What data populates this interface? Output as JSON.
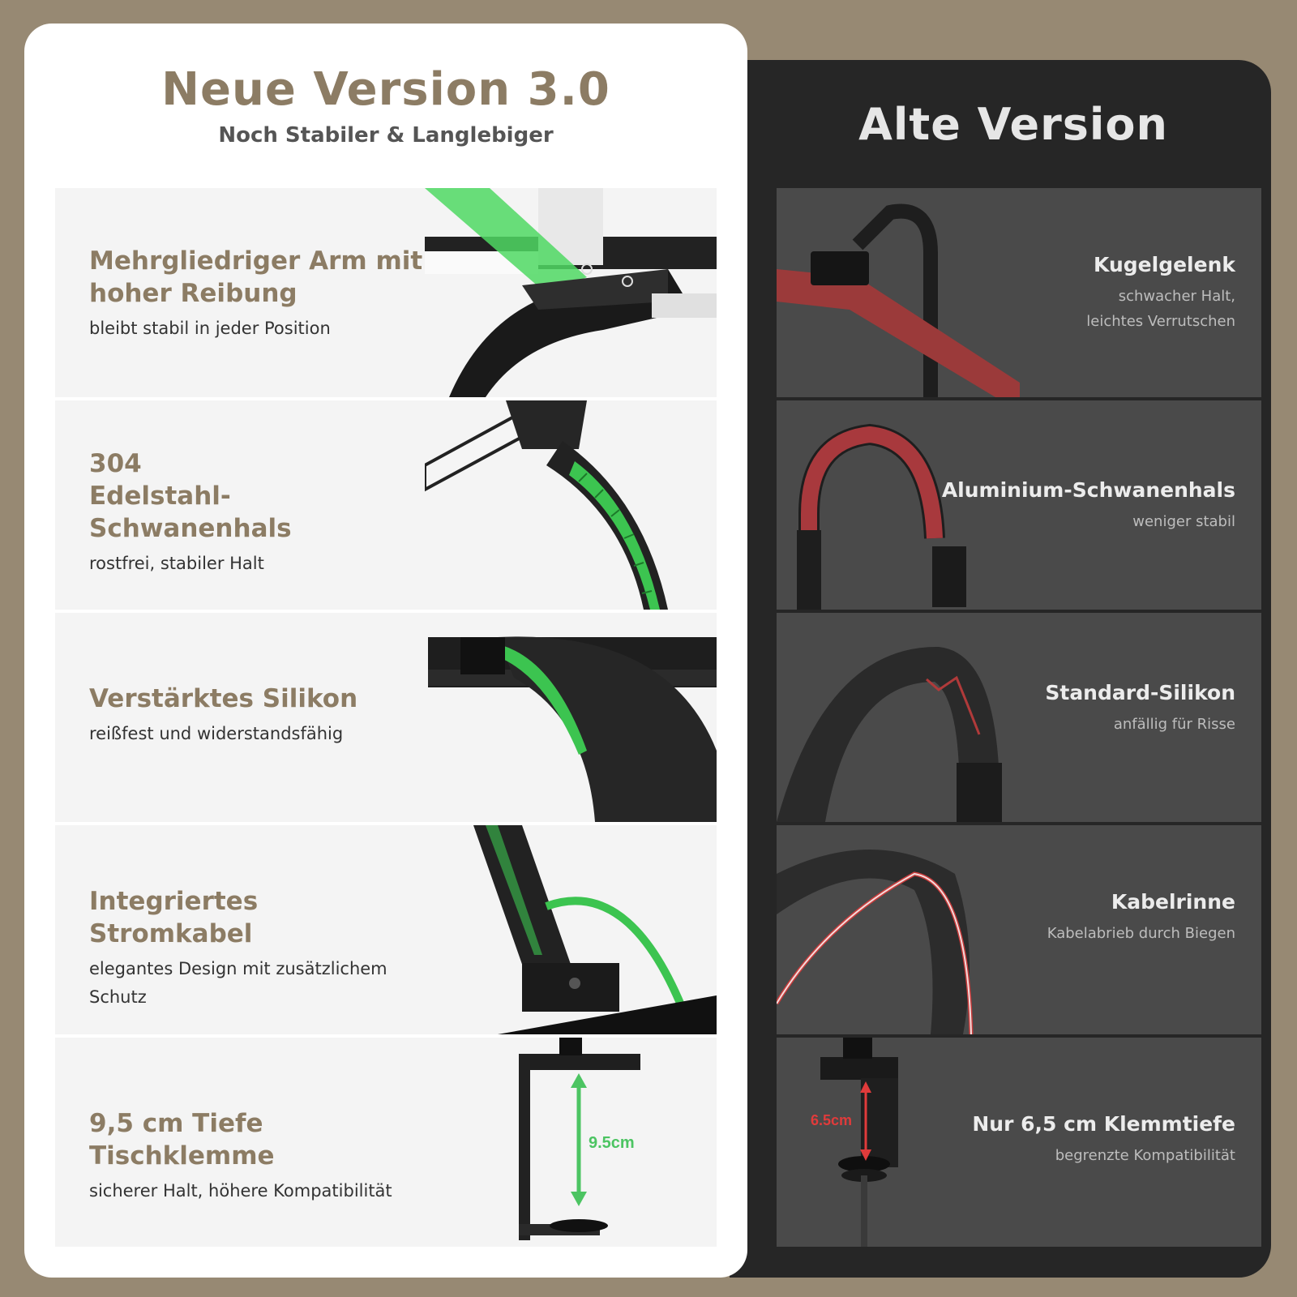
{
  "new_version": {
    "title": "Neue Version 3.0",
    "subtitle": "Noch Stabiler & Langlebiger",
    "features": [
      {
        "head": "Mehrgliedriger Arm mit hoher Reibung",
        "desc": "bleibt stabil in jeder Position"
      },
      {
        "head_line1": "304",
        "head_line2": "Edelstahl-Schwanenhals",
        "desc": "rostfrei, stabiler Halt"
      },
      {
        "head": "Verstärktes Silikon",
        "desc": "reißfest und widerstandsfähig"
      },
      {
        "head": "Integriertes Stromkabel",
        "desc": "elegantes Design mit zusätzlichem Schutz"
      },
      {
        "head": "9,5 cm Tiefe Tischklemme",
        "desc": "sicherer Halt, höhere Kompatibilität",
        "measure": "9.5cm"
      }
    ]
  },
  "old_version": {
    "title": "Alte Version",
    "features": [
      {
        "head": "Kugelgelenk",
        "desc_line1": "schwacher Halt,",
        "desc_line2": "leichtes Verrutschen"
      },
      {
        "head": "Aluminium-Schwanenhals",
        "desc": "weniger stabil"
      },
      {
        "head": "Standard-Silikon",
        "desc": "anfällig für Risse"
      },
      {
        "head": "Kabelrinne",
        "desc": "Kabelabrieb durch Biegen"
      },
      {
        "head": "Nur 6,5 cm Klemmtiefe",
        "desc": "begrenzte Kompatibilität",
        "measure": "6.5cm"
      }
    ]
  },
  "colors": {
    "background": "#978973",
    "accent_gold": "#8c7c64",
    "highlight_green": "#3cc450",
    "highlight_red": "#b03a3a",
    "dark_panel": "#262626"
  }
}
